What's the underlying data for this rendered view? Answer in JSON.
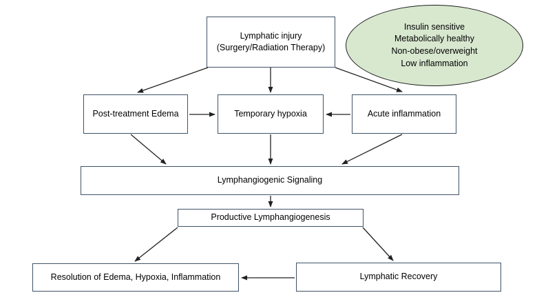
{
  "diagram": {
    "nodes": {
      "lymphatic_injury": {
        "line1": "Lymphatic injury",
        "line2": "(Surgery/Radiation Therapy)"
      },
      "post_treatment_edema": {
        "label": "Post-treatment Edema"
      },
      "temporary_hypoxia": {
        "label": "Temporary hypoxia"
      },
      "acute_inflammation": {
        "label": "Acute inflammation"
      },
      "lymphangiogenic_signaling": {
        "label": "Lymphangiogenic Signaling"
      },
      "productive_lymphangiogenesis": {
        "label": "Productive Lymphangiogenesis"
      },
      "resolution": {
        "label": "Resolution of Edema, Hypoxia, Inflammation"
      },
      "lymphatic_recovery": {
        "label": "Lymphatic Recovery"
      }
    },
    "condition_ellipse": {
      "lines": [
        "Insulin sensitive",
        "Metabolically healthy",
        "Non-obese/overweight",
        "Low inflammation"
      ],
      "fill_color": "#d8e8cf",
      "border_color": "#1c1c1c"
    },
    "colors": {
      "box_border": "#3e5266",
      "arrow": "#222222",
      "background": "#ffffff",
      "text": "#000000"
    }
  }
}
